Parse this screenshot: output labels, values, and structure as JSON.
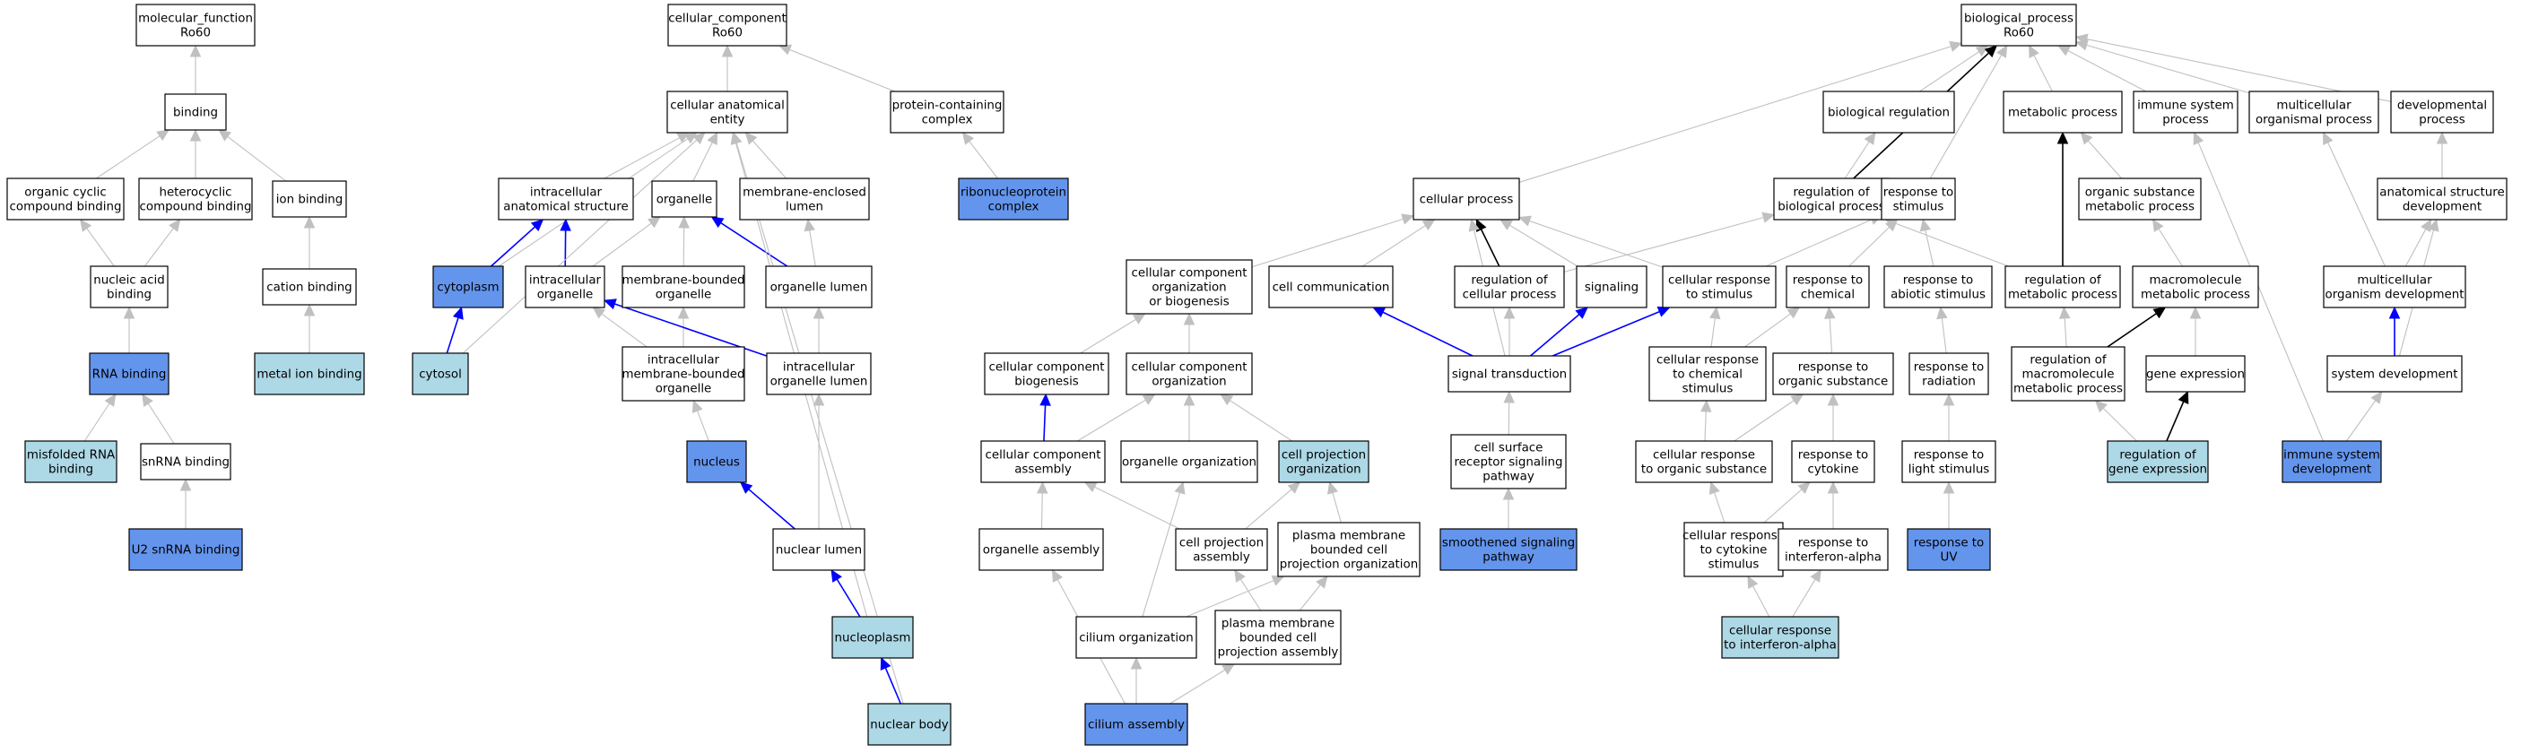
{
  "colors": {
    "default": "#ffffff",
    "light": "#add8e6",
    "dark": "#6495ed",
    "edge_gray": "#c0c0c0",
    "edge_black": "#000000",
    "edge_blue": "#0000ff"
  },
  "nodes": [
    {
      "id": "mf",
      "lines": [
        "molecular_function",
        "Ro60"
      ],
      "fill": "default"
    },
    {
      "id": "binding",
      "lines": [
        "binding"
      ],
      "fill": "default"
    },
    {
      "id": "ocb",
      "lines": [
        "organic cyclic",
        "compound binding"
      ],
      "fill": "default"
    },
    {
      "id": "hcb",
      "lines": [
        "heterocyclic",
        "compound binding"
      ],
      "fill": "default"
    },
    {
      "id": "ionb",
      "lines": [
        "ion binding"
      ],
      "fill": "default"
    },
    {
      "id": "nab",
      "lines": [
        "nucleic acid",
        "binding"
      ],
      "fill": "default"
    },
    {
      "id": "cationb",
      "lines": [
        "cation binding"
      ],
      "fill": "default"
    },
    {
      "id": "rnab",
      "lines": [
        "RNA binding"
      ],
      "fill": "dark"
    },
    {
      "id": "metalb",
      "lines": [
        "metal ion binding"
      ],
      "fill": "light"
    },
    {
      "id": "misf",
      "lines": [
        "misfolded RNA",
        "binding"
      ],
      "fill": "light"
    },
    {
      "id": "snrnab",
      "lines": [
        "snRNA binding"
      ],
      "fill": "default"
    },
    {
      "id": "u2",
      "lines": [
        "U2 snRNA binding"
      ],
      "fill": "dark"
    },
    {
      "id": "cc",
      "lines": [
        "cellular_component",
        "Ro60"
      ],
      "fill": "default"
    },
    {
      "id": "cae",
      "lines": [
        "cellular anatomical",
        "entity"
      ],
      "fill": "default"
    },
    {
      "id": "pcc",
      "lines": [
        "protein-containing",
        "complex"
      ],
      "fill": "default"
    },
    {
      "id": "rnp",
      "lines": [
        "ribonucleoprotein",
        "complex"
      ],
      "fill": "dark"
    },
    {
      "id": "ias",
      "lines": [
        "intracellular",
        "anatomical structure"
      ],
      "fill": "default"
    },
    {
      "id": "organelle",
      "lines": [
        "organelle"
      ],
      "fill": "default"
    },
    {
      "id": "mel",
      "lines": [
        "membrane-enclosed",
        "lumen"
      ],
      "fill": "default"
    },
    {
      "id": "cytoplasm",
      "lines": [
        "cytoplasm"
      ],
      "fill": "dark"
    },
    {
      "id": "io",
      "lines": [
        "intracellular",
        "organelle"
      ],
      "fill": "default"
    },
    {
      "id": "mbo",
      "lines": [
        "membrane-bounded",
        "organelle"
      ],
      "fill": "default"
    },
    {
      "id": "ol",
      "lines": [
        "organelle lumen"
      ],
      "fill": "default"
    },
    {
      "id": "cytosol",
      "lines": [
        "cytosol"
      ],
      "fill": "light"
    },
    {
      "id": "imbo",
      "lines": [
        "intracellular",
        "membrane-bounded",
        "organelle"
      ],
      "fill": "default"
    },
    {
      "id": "iol",
      "lines": [
        "intracellular",
        "organelle lumen"
      ],
      "fill": "default"
    },
    {
      "id": "nucleus",
      "lines": [
        "nucleus"
      ],
      "fill": "dark"
    },
    {
      "id": "nl",
      "lines": [
        "nuclear lumen"
      ],
      "fill": "default"
    },
    {
      "id": "nucleoplasm",
      "lines": [
        "nucleoplasm"
      ],
      "fill": "light"
    },
    {
      "id": "nb",
      "lines": [
        "nuclear body"
      ],
      "fill": "light"
    },
    {
      "id": "bp",
      "lines": [
        "biological_process",
        "Ro60"
      ],
      "fill": "default"
    },
    {
      "id": "cp",
      "lines": [
        "cellular process"
      ],
      "fill": "default"
    },
    {
      "id": "breg",
      "lines": [
        "biological regulation"
      ],
      "fill": "default"
    },
    {
      "id": "rbp",
      "lines": [
        "regulation of",
        "biological process"
      ],
      "fill": "default"
    },
    {
      "id": "rts",
      "lines": [
        "response to",
        "stimulus"
      ],
      "fill": "default"
    },
    {
      "id": "metp",
      "lines": [
        "metabolic process"
      ],
      "fill": "default"
    },
    {
      "id": "isp",
      "lines": [
        "immune system",
        "process"
      ],
      "fill": "default"
    },
    {
      "id": "mop",
      "lines": [
        "multicellular",
        "organismal process"
      ],
      "fill": "default"
    },
    {
      "id": "devp",
      "lines": [
        "developmental",
        "process"
      ],
      "fill": "default"
    },
    {
      "id": "osmp",
      "lines": [
        "organic substance",
        "metabolic process"
      ],
      "fill": "default"
    },
    {
      "id": "asd",
      "lines": [
        "anatomical structure",
        "development"
      ],
      "fill": "default"
    },
    {
      "id": "ccob",
      "lines": [
        "cellular component",
        "organization",
        "or biogenesis"
      ],
      "fill": "default"
    },
    {
      "id": "ccomm",
      "lines": [
        "cell communication"
      ],
      "fill": "default"
    },
    {
      "id": "rcp",
      "lines": [
        "regulation of",
        "cellular process"
      ],
      "fill": "default"
    },
    {
      "id": "sig",
      "lines": [
        "signaling"
      ],
      "fill": "default"
    },
    {
      "id": "crs",
      "lines": [
        "cellular response",
        "to stimulus"
      ],
      "fill": "default"
    },
    {
      "id": "rtc",
      "lines": [
        "response to",
        "chemical"
      ],
      "fill": "default"
    },
    {
      "id": "rtas",
      "lines": [
        "response to",
        "abiotic stimulus"
      ],
      "fill": "default"
    },
    {
      "id": "rmp",
      "lines": [
        "regulation of",
        "metabolic process"
      ],
      "fill": "default"
    },
    {
      "id": "mmp",
      "lines": [
        "macromolecule",
        "metabolic process"
      ],
      "fill": "default"
    },
    {
      "id": "mod",
      "lines": [
        "multicellular",
        "organism development"
      ],
      "fill": "default"
    },
    {
      "id": "ccb",
      "lines": [
        "cellular component",
        "biogenesis"
      ],
      "fill": "default"
    },
    {
      "id": "cco",
      "lines": [
        "cellular component",
        "organization"
      ],
      "fill": "default"
    },
    {
      "id": "st",
      "lines": [
        "signal transduction"
      ],
      "fill": "default"
    },
    {
      "id": "crcs",
      "lines": [
        "cellular response",
        "to chemical",
        "stimulus"
      ],
      "fill": "default"
    },
    {
      "id": "rtos",
      "lines": [
        "response to",
        "organic substance"
      ],
      "fill": "default"
    },
    {
      "id": "rtr",
      "lines": [
        "response to",
        "radiation"
      ],
      "fill": "default"
    },
    {
      "id": "rmmp",
      "lines": [
        "regulation of",
        "macromolecule",
        "metabolic process"
      ],
      "fill": "default"
    },
    {
      "id": "ge",
      "lines": [
        "gene expression"
      ],
      "fill": "default"
    },
    {
      "id": "sd",
      "lines": [
        "system development"
      ],
      "fill": "default"
    },
    {
      "id": "cca",
      "lines": [
        "cellular component",
        "assembly"
      ],
      "fill": "default"
    },
    {
      "id": "oo",
      "lines": [
        "organelle organization"
      ],
      "fill": "default"
    },
    {
      "id": "cpo",
      "lines": [
        "cell projection",
        "organization"
      ],
      "fill": "light"
    },
    {
      "id": "csrsp",
      "lines": [
        "cell surface",
        "receptor signaling",
        "pathway"
      ],
      "fill": "default"
    },
    {
      "id": "crtos",
      "lines": [
        "cellular response",
        "to organic substance"
      ],
      "fill": "default"
    },
    {
      "id": "rtcyt",
      "lines": [
        "response to",
        "cytokine"
      ],
      "fill": "default"
    },
    {
      "id": "rtls",
      "lines": [
        "response to",
        "light stimulus"
      ],
      "fill": "default"
    },
    {
      "id": "rge",
      "lines": [
        "regulation of",
        "gene expression"
      ],
      "fill": "light"
    },
    {
      "id": "isd",
      "lines": [
        "immune system",
        "development"
      ],
      "fill": "dark"
    },
    {
      "id": "oa",
      "lines": [
        "organelle assembly"
      ],
      "fill": "default"
    },
    {
      "id": "cpa",
      "lines": [
        "cell projection",
        "assembly"
      ],
      "fill": "default"
    },
    {
      "id": "pmbcpo",
      "lines": [
        "plasma membrane",
        "bounded cell",
        "projection organization"
      ],
      "fill": "default"
    },
    {
      "id": "ssp",
      "lines": [
        "smoothened signaling",
        "pathway"
      ],
      "fill": "dark"
    },
    {
      "id": "crtc",
      "lines": [
        "cellular response",
        "to cytokine",
        "stimulus"
      ],
      "fill": "default"
    },
    {
      "id": "rtifa",
      "lines": [
        "response to",
        "interferon-alpha"
      ],
      "fill": "default"
    },
    {
      "id": "rtuv",
      "lines": [
        "response to",
        "UV"
      ],
      "fill": "dark"
    },
    {
      "id": "ciliumorg",
      "lines": [
        "cilium organization"
      ],
      "fill": "default"
    },
    {
      "id": "pmbcpa",
      "lines": [
        "plasma membrane",
        "bounded cell",
        "projection assembly"
      ],
      "fill": "default"
    },
    {
      "id": "crtifa",
      "lines": [
        "cellular response",
        "to interferon-alpha"
      ],
      "fill": "light"
    },
    {
      "id": "ciliumasm",
      "lines": [
        "cilium assembly"
      ],
      "fill": "dark"
    }
  ],
  "edges": [
    {
      "from": "binding",
      "to": "mf",
      "color": "gray"
    },
    {
      "from": "ocb",
      "to": "binding",
      "color": "gray"
    },
    {
      "from": "hcb",
      "to": "binding",
      "color": "gray"
    },
    {
      "from": "ionb",
      "to": "binding",
      "color": "gray"
    },
    {
      "from": "nab",
      "to": "ocb",
      "color": "gray"
    },
    {
      "from": "nab",
      "to": "hcb",
      "color": "gray"
    },
    {
      "from": "cationb",
      "to": "ionb",
      "color": "gray"
    },
    {
      "from": "rnab",
      "to": "nab",
      "color": "gray"
    },
    {
      "from": "metalb",
      "to": "cationb",
      "color": "gray"
    },
    {
      "from": "misf",
      "to": "rnab",
      "color": "gray"
    },
    {
      "from": "snrnab",
      "to": "rnab",
      "color": "gray"
    },
    {
      "from": "u2",
      "to": "snrnab",
      "color": "gray"
    },
    {
      "from": "cae",
      "to": "cc",
      "color": "gray"
    },
    {
      "from": "pcc",
      "to": "cc",
      "color": "gray"
    },
    {
      "from": "rnp",
      "to": "pcc",
      "color": "gray"
    },
    {
      "from": "ias",
      "to": "cae",
      "color": "gray"
    },
    {
      "from": "organelle",
      "to": "cae",
      "color": "gray"
    },
    {
      "from": "mel",
      "to": "cae",
      "color": "gray"
    },
    {
      "from": "cytoplasm",
      "to": "cae",
      "color": "gray"
    },
    {
      "from": "cytoplasm",
      "to": "ias",
      "color": "blue"
    },
    {
      "from": "io",
      "to": "ias",
      "color": "blue"
    },
    {
      "from": "io",
      "to": "organelle",
      "color": "gray"
    },
    {
      "from": "mbo",
      "to": "organelle",
      "color": "gray"
    },
    {
      "from": "ol",
      "to": "organelle",
      "color": "blue"
    },
    {
      "from": "ol",
      "to": "mel",
      "color": "gray"
    },
    {
      "from": "cytosol",
      "to": "cytoplasm",
      "color": "blue"
    },
    {
      "from": "cytosol",
      "to": "cae",
      "color": "gray"
    },
    {
      "from": "imbo",
      "to": "io",
      "color": "gray"
    },
    {
      "from": "imbo",
      "to": "mbo",
      "color": "gray"
    },
    {
      "from": "iol",
      "to": "io",
      "color": "blue"
    },
    {
      "from": "iol",
      "to": "ol",
      "color": "gray"
    },
    {
      "from": "nucleus",
      "to": "imbo",
      "color": "gray"
    },
    {
      "from": "nl",
      "to": "nucleus",
      "color": "blue"
    },
    {
      "from": "nl",
      "to": "iol",
      "color": "gray"
    },
    {
      "from": "nucleoplasm",
      "to": "nl",
      "color": "blue"
    },
    {
      "from": "nucleoplasm",
      "to": "cae",
      "color": "gray"
    },
    {
      "from": "nb",
      "to": "nucleoplasm",
      "color": "blue"
    },
    {
      "from": "nb",
      "to": "cae",
      "color": "gray"
    },
    {
      "from": "cp",
      "to": "bp",
      "color": "gray"
    },
    {
      "from": "breg",
      "to": "bp",
      "color": "gray"
    },
    {
      "from": "rbp",
      "to": "bp",
      "color": "black"
    },
    {
      "from": "rbp",
      "to": "breg",
      "color": "gray"
    },
    {
      "from": "rts",
      "to": "bp",
      "color": "gray"
    },
    {
      "from": "metp",
      "to": "bp",
      "color": "gray"
    },
    {
      "from": "isp",
      "to": "bp",
      "color": "gray"
    },
    {
      "from": "mop",
      "to": "bp",
      "color": "gray"
    },
    {
      "from": "devp",
      "to": "bp",
      "color": "gray"
    },
    {
      "from": "osmp",
      "to": "metp",
      "color": "gray"
    },
    {
      "from": "asd",
      "to": "devp",
      "color": "gray"
    },
    {
      "from": "ccob",
      "to": "cp",
      "color": "gray"
    },
    {
      "from": "ccomm",
      "to": "cp",
      "color": "gray"
    },
    {
      "from": "rcp",
      "to": "cp",
      "color": "black"
    },
    {
      "from": "rcp",
      "to": "rbp",
      "color": "gray"
    },
    {
      "from": "sig",
      "to": "cp",
      "color": "gray"
    },
    {
      "from": "crs",
      "to": "cp",
      "color": "gray"
    },
    {
      "from": "crs",
      "to": "rts",
      "color": "gray"
    },
    {
      "from": "rtc",
      "to": "rts",
      "color": "gray"
    },
    {
      "from": "rtas",
      "to": "rts",
      "color": "gray"
    },
    {
      "from": "rmp",
      "to": "metp",
      "color": "black"
    },
    {
      "from": "rmp",
      "to": "rbp",
      "color": "gray"
    },
    {
      "from": "mmp",
      "to": "osmp",
      "color": "gray"
    },
    {
      "from": "mod",
      "to": "mop",
      "color": "gray"
    },
    {
      "from": "mod",
      "to": "asd",
      "color": "gray"
    },
    {
      "from": "ccb",
      "to": "ccob",
      "color": "gray"
    },
    {
      "from": "cco",
      "to": "ccob",
      "color": "gray"
    },
    {
      "from": "st",
      "to": "ccomm",
      "color": "blue"
    },
    {
      "from": "st",
      "to": "sig",
      "color": "blue"
    },
    {
      "from": "st",
      "to": "crs",
      "color": "blue"
    },
    {
      "from": "st",
      "to": "rcp",
      "color": "gray"
    },
    {
      "from": "st",
      "to": "cp",
      "color": "gray"
    },
    {
      "from": "crcs",
      "to": "crs",
      "color": "gray"
    },
    {
      "from": "crcs",
      "to": "rtc",
      "color": "gray"
    },
    {
      "from": "rtos",
      "to": "rtc",
      "color": "gray"
    },
    {
      "from": "rtr",
      "to": "rtas",
      "color": "gray"
    },
    {
      "from": "rmmp",
      "to": "mmp",
      "color": "black"
    },
    {
      "from": "rmmp",
      "to": "rmp",
      "color": "gray"
    },
    {
      "from": "ge",
      "to": "mmp",
      "color": "gray"
    },
    {
      "from": "sd",
      "to": "mod",
      "color": "blue"
    },
    {
      "from": "sd",
      "to": "asd",
      "color": "gray"
    },
    {
      "from": "cca",
      "to": "ccb",
      "color": "blue"
    },
    {
      "from": "cca",
      "to": "cco",
      "color": "gray"
    },
    {
      "from": "oo",
      "to": "cco",
      "color": "gray"
    },
    {
      "from": "cpo",
      "to": "cco",
      "color": "gray"
    },
    {
      "from": "csrsp",
      "to": "st",
      "color": "gray"
    },
    {
      "from": "crtos",
      "to": "crcs",
      "color": "gray"
    },
    {
      "from": "crtos",
      "to": "rtos",
      "color": "gray"
    },
    {
      "from": "rtcyt",
      "to": "rtos",
      "color": "gray"
    },
    {
      "from": "rtls",
      "to": "rtr",
      "color": "gray"
    },
    {
      "from": "rge",
      "to": "rmmp",
      "color": "gray"
    },
    {
      "from": "rge",
      "to": "ge",
      "color": "black"
    },
    {
      "from": "isd",
      "to": "sd",
      "color": "gray"
    },
    {
      "from": "isd",
      "to": "isp",
      "color": "gray"
    },
    {
      "from": "oa",
      "to": "cca",
      "color": "gray"
    },
    {
      "from": "cpa",
      "to": "cca",
      "color": "gray"
    },
    {
      "from": "cpa",
      "to": "cpo",
      "color": "gray"
    },
    {
      "from": "pmbcpo",
      "to": "cpo",
      "color": "gray"
    },
    {
      "from": "ssp",
      "to": "csrsp",
      "color": "gray"
    },
    {
      "from": "crtc",
      "to": "crtos",
      "color": "gray"
    },
    {
      "from": "crtc",
      "to": "rtcyt",
      "color": "gray"
    },
    {
      "from": "rtifa",
      "to": "rtcyt",
      "color": "gray"
    },
    {
      "from": "rtuv",
      "to": "rtls",
      "color": "gray"
    },
    {
      "from": "ciliumorg",
      "to": "oo",
      "color": "gray"
    },
    {
      "from": "ciliumorg",
      "to": "pmbcpo",
      "color": "gray"
    },
    {
      "from": "pmbcpa",
      "to": "cpa",
      "color": "gray"
    },
    {
      "from": "pmbcpa",
      "to": "pmbcpo",
      "color": "gray"
    },
    {
      "from": "crtifa",
      "to": "crtc",
      "color": "gray"
    },
    {
      "from": "crtifa",
      "to": "rtifa",
      "color": "gray"
    },
    {
      "from": "ciliumasm",
      "to": "ciliumorg",
      "color": "gray"
    },
    {
      "from": "ciliumasm",
      "to": "oa",
      "color": "gray"
    },
    {
      "from": "ciliumasm",
      "to": "pmbcpa",
      "color": "gray"
    }
  ]
}
